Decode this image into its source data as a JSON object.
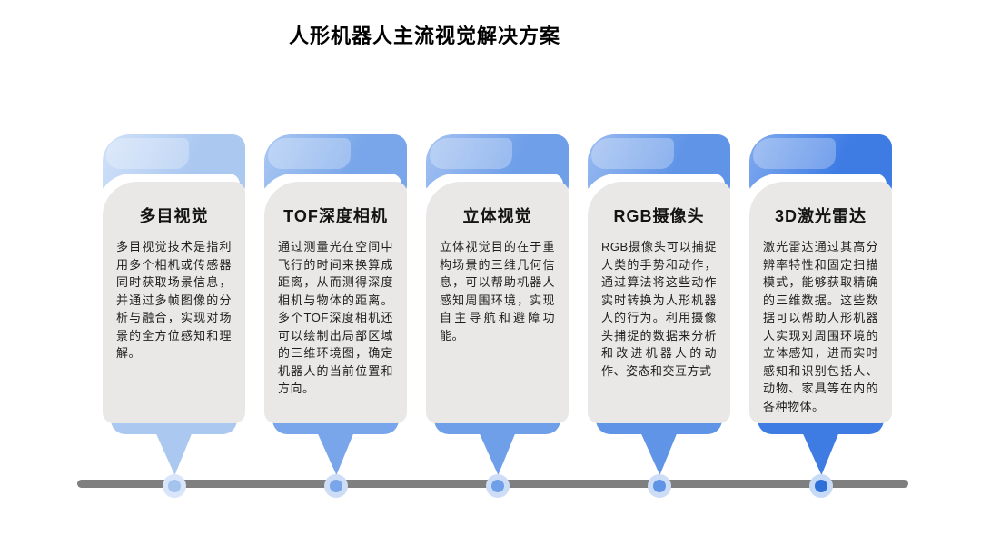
{
  "page_title": "人形机器人主流视觉解决方案",
  "timeline": {
    "bar_color": "#7f7f7f"
  },
  "cards": [
    {
      "title": "多目视觉",
      "body": "多目视觉技术是指利用多个相机或传感器同时获取场景信息，并通过多帧图像的分析与融合，实现对场景的全方位感知和理解。",
      "accent": "#abc8f1",
      "accent_light": "#d2e2f9",
      "dot_outer": "#d8e5fa",
      "dot_inner": "#a5c3ef"
    },
    {
      "title": "TOF深度相机",
      "body": "通过测量光在空间中飞行的时间来换算成距离，从而测得深度相机与物体的距离。多个TOF深度相机还可以绘制出局部区域的三维环境图，确定机器人的当前位置和方向。",
      "accent": "#79a6ea",
      "accent_light": "#aac8f3",
      "dot_outer": "#cdddf6",
      "dot_inner": "#79a6ea"
    },
    {
      "title": "立体视觉",
      "body": "立体视觉目的在于重构场景的三维几何信息，可以帮助机器人感知周围环境，实现自主导航和避障功能。",
      "accent": "#6f9fe9",
      "accent_light": "#a4c2f2",
      "dot_outer": "#cdddf6",
      "dot_inner": "#6f9fe9"
    },
    {
      "title": "RGB摄像头",
      "body": "RGB摄像头可以捕捉人类的手势和动作，通过算法将这些动作实时转换为人形机器人的行为。利用摄像头捕捉的数据来分析和改进机器人的动作、姿态和交互方式",
      "accent": "#6094e7",
      "accent_light": "#99bbf1",
      "dot_outer": "#cdddf6",
      "dot_inner": "#6094e7"
    },
    {
      "title": "3D激光雷达",
      "body": "激光雷达通过其高分辨率特性和固定扫描模式，能够获取精确的三维数据。这些数据可以帮助人形机器人实现对周围环境的立体感知，进而实时感知和识别包括人、动物、家具等在内的各种物体。",
      "accent": "#3e7ce4",
      "accent_light": "#82abef",
      "dot_outer": "#c7daf7",
      "dot_inner": "#2e6fd9"
    }
  ]
}
